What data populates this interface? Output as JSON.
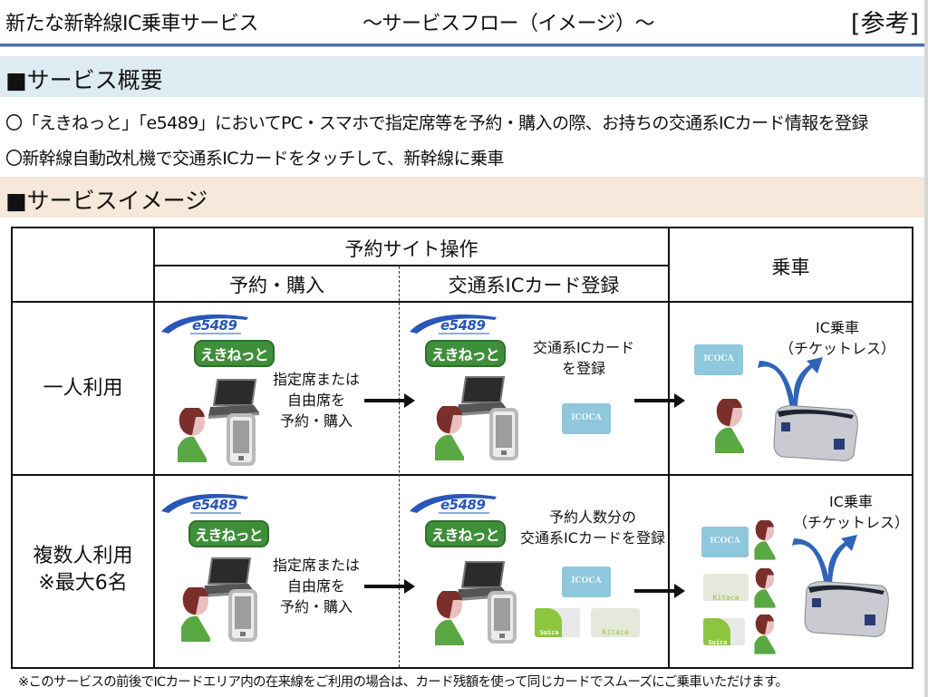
{
  "header": {
    "title": "新たな新幹線IC乗車サービス",
    "subtitle": "～サービスフロー（イメージ）～",
    "tag": "[参考]"
  },
  "overview": {
    "heading": "■サービス概要",
    "bullets": [
      "〇「えきねっと」「e5489」においてPC・スマホで指定席等を予約・購入の際、お持ちの交通系ICカード情報を登録",
      "〇新幹線自動改札機で交通系ICカードをタッチして、新幹線に乗車"
    ]
  },
  "image_section": {
    "heading": "■サービスイメージ"
  },
  "table": {
    "group_header": "予約サイト操作",
    "col_reserve": "予約・購入",
    "col_register": "交通系ICカード登録",
    "col_board": "乗車",
    "rows": [
      {
        "label": "一人利用",
        "label_note": "",
        "reserve_caption": [
          "指定席または",
          "自由席を",
          "予約・購入"
        ],
        "register_caption": [
          "交通系ICカード",
          "を登録"
        ],
        "board_caption": [
          "IC乗車",
          "（チケットレス）"
        ]
      },
      {
        "label": "複数人利用",
        "label_note": "※最大6名",
        "reserve_caption": [
          "指定席または",
          "自由席を",
          "予約・購入"
        ],
        "register_caption": [
          "予約人数分の",
          "交通系ICカードを登録"
        ],
        "board_caption": [
          "IC乗車",
          "（チケットレス）"
        ]
      }
    ]
  },
  "logos": {
    "e5489": "e5489",
    "ekinet": "えきねっと"
  },
  "cards": {
    "icoca": "ICOCA",
    "suica": "Suica",
    "kitaca": "Kitaca"
  },
  "footnote": "※このサービスの前後でICカードエリア内の在来線をご利用の場合は、カード残額を使って同じカードでスムーズにご乗車いただけます。",
  "colors": {
    "header_rule": "#4a6fb3",
    "overview_band": "#deebf2",
    "image_band": "#f6e8da",
    "ride_arrow": "#2f64b8",
    "person_shirt": "#5aa843",
    "person_hair": "#7a2f2a",
    "ekinet_green": "#3f8f3a"
  }
}
